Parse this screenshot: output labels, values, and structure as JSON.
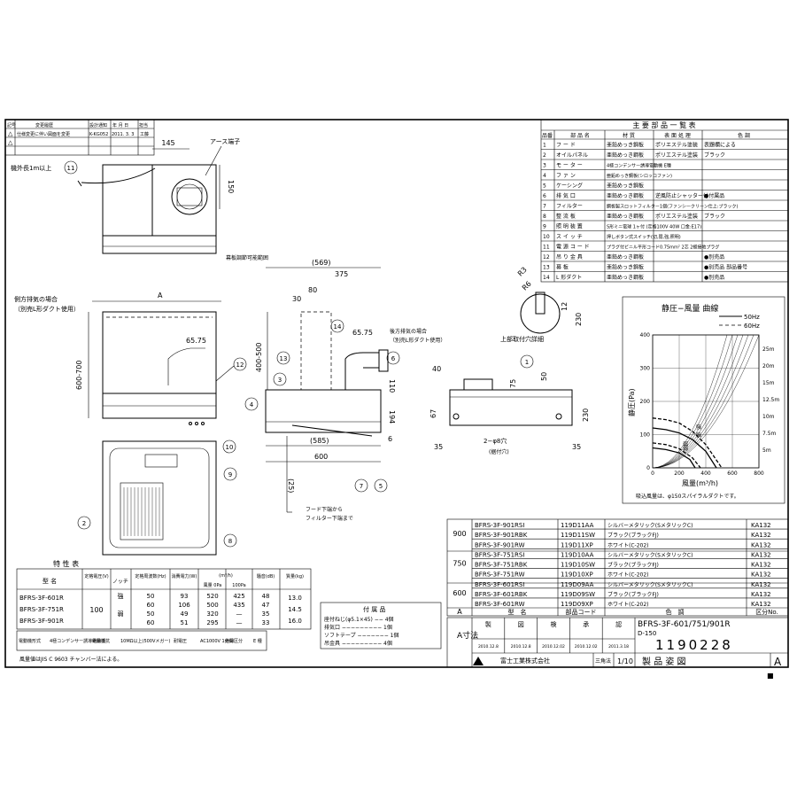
{
  "revision": {
    "headers": [
      "記号",
      "変更履歴",
      "設計通知",
      "年 月 日",
      "担当"
    ],
    "rows": [
      {
        "mark": "△",
        "text": "仕様変更に伴い図面を変更",
        "notice": "K-KG052",
        "date": "2011. 3. 3",
        "person": "工藤"
      },
      {
        "mark": "△",
        "text": "",
        "notice": "",
        "date": "",
        "person": ""
      }
    ]
  },
  "parts_table": {
    "title": "主 要 部 品 一 覧 表",
    "headers": [
      "品番",
      "部 品 名",
      "材 質",
      "表 面 処 理",
      "色 調"
    ],
    "rows": [
      [
        "1",
        "フ ー ド",
        "亜鉛めっき鋼板",
        "ポリエステル塗装",
        "表題欄による"
      ],
      [
        "2",
        "オイルパネル",
        "亜鉛めっき鋼板",
        "ポリエステル塗装",
        "ブラック"
      ],
      [
        "3",
        "モ ー タ ー",
        "4極コンデンサー誘導電動機 E種",
        "",
        ""
      ],
      [
        "4",
        "フ ァ ン",
        "亜鉛めっき鋼板(シロッコファン)",
        "",
        ""
      ],
      [
        "5",
        "ケーシング",
        "亜鉛めっき鋼板",
        "",
        ""
      ],
      [
        "6",
        "排 気 口",
        "亜鉛めっき鋼板",
        "逆風防止シャッター付",
        "●付属品"
      ],
      [
        "7",
        "フィルター",
        "鋼板製スロットフィルター1個(ファンシークリーン仕上:ブラック)",
        "",
        ""
      ],
      [
        "8",
        "整 流 板",
        "亜鉛めっき鋼板",
        "ポリエステル塗装",
        "ブラック"
      ],
      [
        "9",
        "照 明 装 置",
        "S形ミニ電球 1ヶ付 (定格100V 40W 口金:E17)",
        "",
        ""
      ],
      [
        "10",
        "ス イ ッ チ",
        "押しボタン式スイッチ(切,弱,強,照明)",
        "",
        ""
      ],
      [
        "11",
        "電 源 コ ー ド",
        "プラグ付ビニル平形コード0.75mm² 2芯 2極接地プラグ",
        "",
        ""
      ],
      [
        "12",
        "吊 り 金 具",
        "亜鉛めっき鋼板",
        "",
        "●別売品"
      ],
      [
        "13",
        "幕 板",
        "亜鉛めっき鋼板",
        "",
        "●別売品 部品番号"
      ],
      [
        "14",
        "L 形ダクト",
        "亜鉛めっき鋼板",
        "",
        "●別売品"
      ]
    ]
  },
  "front_view": {
    "dim_145": "145",
    "label_earth": "アース端子",
    "dim_150": "150",
    "label_cord": "機外長1m以上",
    "callout_11": "11",
    "label_side_exhaust_1": "側方排気の場合",
    "label_side_exhaust_2": "（別売L形ダクト使用）",
    "dim_A": "A",
    "dim_6575": "65.75",
    "dim_600700": "600-700",
    "callout_12": "12",
    "callout_10": "10",
    "callout_9": "9",
    "callout_2": "2",
    "callout_8": "8"
  },
  "side_view": {
    "label_makuita": "幕板調節可能範囲",
    "dim_569": "(569)",
    "dim_375": "375",
    "dim_30": "30",
    "dim_80": "80",
    "dim_400500": "400-500",
    "dim_6575": "65.75",
    "label_rear_exhaust_1": "後方排気の場合",
    "label_rear_exhaust_2": "（別売L形ダクト使用）",
    "callout_14": "14",
    "callout_13": "13",
    "callout_6": "6",
    "callout_3": "3",
    "callout_4": "4",
    "callout_7": "7",
    "callout_5": "5",
    "dim_110": "110",
    "dim_194": "194",
    "dim_6": "6",
    "dim_585": "(585)",
    "dim_600": "600",
    "dim_25": "(25)",
    "label_filter_1": "フード下端から",
    "label_filter_2": "フィルター下端まで"
  },
  "hole_detail": {
    "r3": "R3",
    "r6": "R6",
    "dim_12": "12",
    "dim_230": "230",
    "caption": "上部取付穴詳細"
  },
  "rear_view": {
    "callout_1": "1",
    "dim_40": "40",
    "dim_75": "75",
    "dim_50": "50",
    "dim_230": "230",
    "dim_67": "67",
    "dim_35a": "35",
    "dim_35b": "35",
    "label_holes_1": "2−φ8穴",
    "label_holes_2": "(据付穴)"
  },
  "chart_data": {
    "type": "line",
    "title": "静圧−風量 曲線",
    "xlabel": "風量(m³/h)",
    "ylabel": "静圧(Pa)",
    "xlim": [
      0,
      800
    ],
    "ylim": [
      0,
      400
    ],
    "xticks": [
      0,
      200,
      400,
      600,
      800
    ],
    "yticks": [
      0,
      100,
      200,
      300,
      400
    ],
    "legend": [
      "50Hz",
      "60Hz"
    ],
    "legend_position": "top-right",
    "duct_labels": [
      "25m",
      "20m",
      "15m",
      "12.5m",
      "10m",
      "7.5m",
      "5m"
    ],
    "series": [
      {
        "name": "50Hz",
        "style": "solid",
        "label": "強",
        "x": [
          0,
          100,
          200,
          300,
          400,
          480
        ],
        "y": [
          120,
          115,
          105,
          85,
          50,
          0
        ]
      },
      {
        "name": "60Hz",
        "style": "dashed",
        "label": "強",
        "x": [
          0,
          100,
          200,
          300,
          400,
          520
        ],
        "y": [
          150,
          145,
          135,
          110,
          70,
          0
        ]
      },
      {
        "name": "50Hz",
        "style": "solid",
        "label": "弱",
        "x": [
          0,
          100,
          200,
          280,
          320
        ],
        "y": [
          60,
          55,
          45,
          25,
          0
        ]
      },
      {
        "name": "60Hz",
        "style": "dashed",
        "label": "弱",
        "x": [
          0,
          100,
          200,
          300,
          360
        ],
        "y": [
          75,
          70,
          58,
          30,
          0
        ]
      }
    ],
    "note": "吸込風量は、φ150スパイラルダクトです。"
  },
  "models_table": {
    "rows": [
      [
        "900",
        "BFRS-3F-901RSI",
        "119D11AA",
        "シルバーメタリック(SメタリックC)",
        "KA132"
      ],
      [
        "",
        "BFRS-3F-901RBK",
        "119D11SW",
        "ブラック(ブラックFJ)",
        "KA132"
      ],
      [
        "",
        "BFRS-3F-901RW",
        "119D11XP",
        "ホワイト(C-202)",
        "KA132"
      ],
      [
        "750",
        "BFRS-3F-751RSI",
        "119D10AA",
        "シルバーメタリック(SメタリックC)",
        "KA132"
      ],
      [
        "",
        "BFRS-3F-751RBK",
        "119D10SW",
        "ブラック(ブラックFJ)",
        "KA132"
      ],
      [
        "",
        "BFRS-3F-751RW",
        "119D10XP",
        "ホワイト(C-202)",
        "KA132"
      ],
      [
        "600",
        "BFRS-3F-601RSI",
        "119D09AA",
        "シルバーメタリック(SメタリックC)",
        "KA132"
      ],
      [
        "",
        "BFRS-3F-601RBK",
        "119D09SW",
        "ブラック(ブラックFJ)",
        "KA132"
      ],
      [
        "",
        "BFRS-3F-601RW",
        "119D09XP",
        "ホワイト(C-202)",
        "KA132"
      ]
    ],
    "footer": [
      "A",
      "型　名",
      "部品コード",
      "色　調",
      "区分No."
    ]
  },
  "spec_table": {
    "title": "特 性 表",
    "headers": [
      "型 名",
      "定格電圧(V)",
      "ノッチ",
      "定格周波数(Hz)",
      "消費電力(W)",
      "風量 0Pa",
      "100Pa",
      "騒音(dB)",
      "質量(kg)"
    ],
    "unit_row": "(m³/h)",
    "models": [
      "BFRS-3F-601R",
      "BFRS-3F-751R",
      "BFRS-3F-901R"
    ],
    "voltage": "100",
    "rows": [
      [
        "強",
        "50",
        "93",
        "520",
        "425",
        "48"
      ],
      [
        "",
        "60",
        "106",
        "500",
        "435",
        "47"
      ],
      [
        "弱",
        "50",
        "49",
        "320",
        "—",
        "35"
      ],
      [
        "",
        "60",
        "51",
        "295",
        "—",
        "33"
      ]
    ],
    "mass": [
      "13.0",
      "14.5",
      "16.0"
    ],
    "motor_row": [
      "電動機形式",
      "4極コンデンサー誘導電動機",
      "絶縁抵抗",
      "10MΩ以上(500Vメガー)",
      "耐電圧",
      "AC1000V 1分間",
      "絶縁区分",
      "E 種"
    ],
    "note": "風量値はJIS C 9603 チャンバー法による。"
  },
  "accessories": {
    "title": "付 属 品",
    "items": [
      "座付ねじ(φ5.1×45) −− 4個",
      "排気口 −−−−−−−−− 1個",
      "ソフトテープ −−−−−−− 1個",
      "吊金具 −−−−−−−−− 4個"
    ]
  },
  "title_block": {
    "dims_label": "A寸法",
    "approvals": [
      "製",
      "図",
      "検",
      "承",
      "認"
    ],
    "dates": [
      "2010.12.8",
      "2010.12.8",
      "2010.12.02",
      "2010.12.02",
      "2011.3.18"
    ],
    "company": "富士工業株式会社",
    "projection": "三角法",
    "scale": "1/10",
    "model_name": "BFRS-3F-601/751/901R",
    "sub": "D-150",
    "drawing_no": "1190228",
    "drawing_type": "製 品 姿 図",
    "size": "A",
    "stamp": "■"
  }
}
